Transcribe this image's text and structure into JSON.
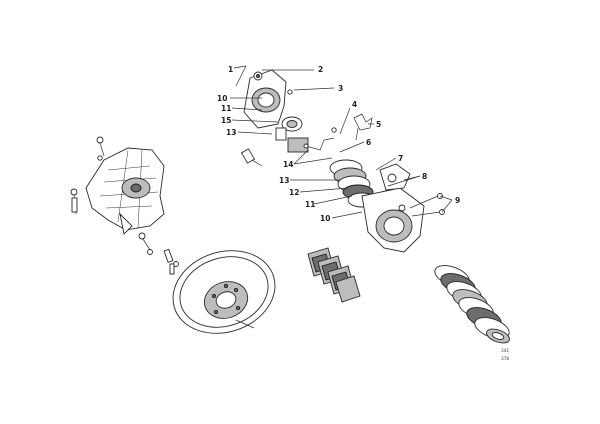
{
  "callouts": {
    "c1": "1",
    "c2": "2",
    "c3": "3",
    "c4": "4",
    "c5": "5",
    "c6": "6",
    "c7": "7",
    "c8": "8",
    "c9": "9",
    "c10a": "10",
    "c11a": "11",
    "c15": "15",
    "c13a": "13",
    "c14": "14",
    "c13b": "13",
    "c12": "12",
    "c11b": "11",
    "c10b": "10"
  },
  "drawing_code": {
    "line1": "341",
    "line2": "370"
  }
}
